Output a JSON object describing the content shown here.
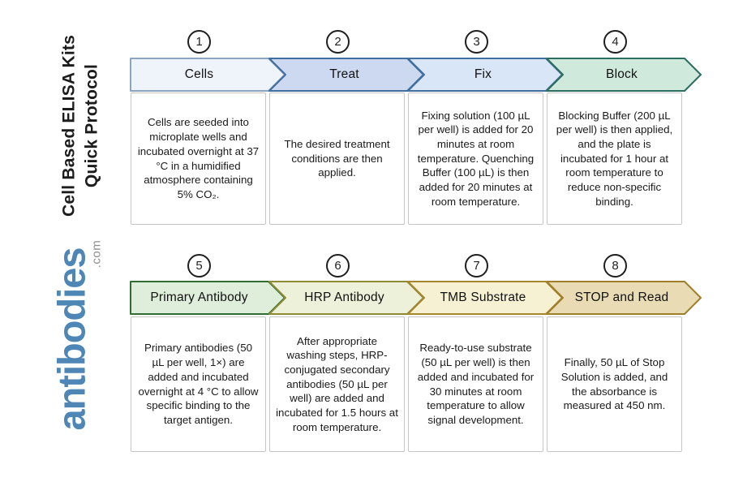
{
  "branding": {
    "title_line1": "Cell Based ELISA Kits",
    "title_line2": "Quick Protocol",
    "logo_text": "antibodies",
    "logo_suffix": ".com",
    "logo_color": "#4e86b5",
    "suffix_color": "#8f8f8f"
  },
  "steps": [
    {
      "number": "1",
      "label": "Cells",
      "description": "Cells are seeded into microplate wells and incubated overnight at 37 °C in a humidified atmosphere containing 5% CO₂.",
      "fill": "#eff4fb",
      "stroke": "#8aa5c2"
    },
    {
      "number": "2",
      "label": "Treat",
      "description": "The desired treatment conditions are then applied.",
      "fill": "#cdd9f1",
      "stroke": "#416f9f"
    },
    {
      "number": "3",
      "label": "Fix",
      "description": "Fixing solution (100 µL per well) is added for 20 minutes at room temperature. Quenching Buffer (100 µL) is then added for 20 minutes at room temperature.",
      "fill": "#d9e6f7",
      "stroke": "#416f9f"
    },
    {
      "number": "4",
      "label": "Block",
      "description": "Blocking Buffer (200 µL per well) is then applied, and the plate is incubated for 1 hour at room temperature to reduce non-specific binding.",
      "fill": "#cfe9dd",
      "stroke": "#2e6e60"
    },
    {
      "number": "5",
      "label": "Primary Antibody",
      "description": "Primary antibodies (50 µL per well, 1×) are added and incubated overnight at 4 °C to allow specific binding to the target antigen.",
      "fill": "#dfeeda",
      "stroke": "#2f6d33"
    },
    {
      "number": "6",
      "label": "HRP Antibody",
      "description": "After appropriate washing steps, HRP-conjugated secondary antibodies (50 µL per well) are added and incubated for 1.5 hours at room temperature.",
      "fill": "#edf1da",
      "stroke": "#8e8a35"
    },
    {
      "number": "7",
      "label": "TMB Substrate",
      "description": "Ready-to-use substrate (50 µL per well) is then added and incubated for 30 minutes at room temperature to allow signal development.",
      "fill": "#f6f1d3",
      "stroke": "#a8862f"
    },
    {
      "number": "8",
      "label": "STOP and Read",
      "description": "Finally, 50 µL of Stop Solution is added, and the absorbance is measured at 450 nm.",
      "fill": "#e9dbb3",
      "stroke": "#a07f2c"
    }
  ]
}
